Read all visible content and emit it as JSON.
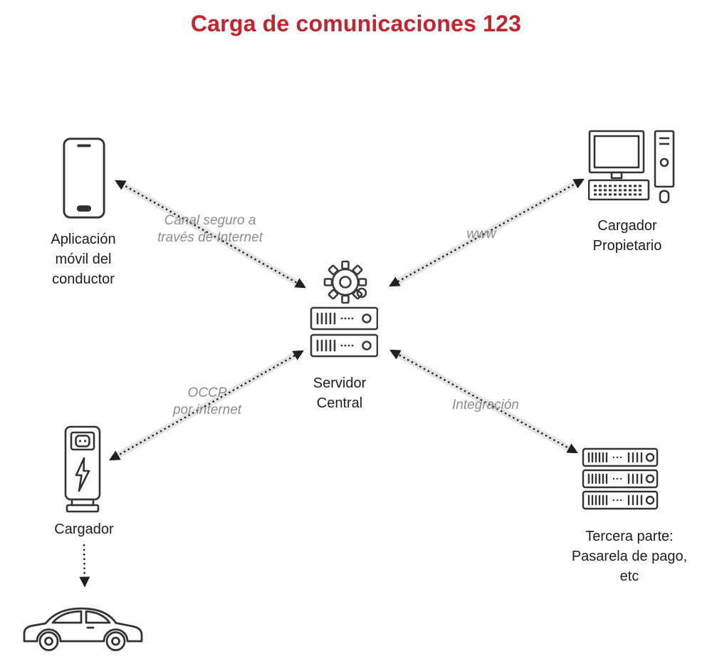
{
  "title": "Carga de comunicaciones 123",
  "colors": {
    "title": "#c5232e",
    "node_label": "#1d1d1d",
    "edge_label": "#8d8d8d",
    "icon_stroke": "#333333",
    "arrow": "#222222",
    "arrow_shadow": "#e4e4e4"
  },
  "nodes": {
    "mobile_app": {
      "icon": "smartphone-icon",
      "label": "Aplicación\nmóvil del\nconductor"
    },
    "proprietary_charger": {
      "icon": "desktop-computer-icon",
      "label": "Cargador\nPropietario"
    },
    "central_server": {
      "icon": "server-gear-icon",
      "label": "Servidor\nCentral"
    },
    "charger": {
      "icon": "charging-station-icon",
      "label": "Cargador"
    },
    "third_party": {
      "icon": "server-rack-icon",
      "label": "Tercera parte:\nPasarela de pago,\netc"
    },
    "car": {
      "icon": "car-icon"
    }
  },
  "edges": {
    "mobile_to_server": {
      "label": "Canal seguro a\ntravés de Internet"
    },
    "proprietary_to_server": {
      "label": "www"
    },
    "charger_to_server": {
      "label": "OCCP\npor internet"
    },
    "third_party_to_server": {
      "label": "Integración"
    }
  }
}
